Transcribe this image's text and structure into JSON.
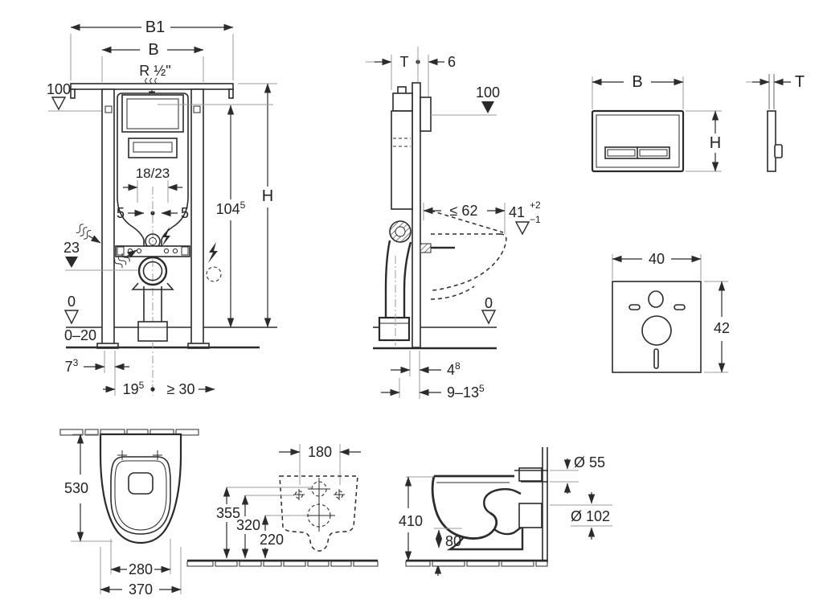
{
  "colors": {
    "line": "#2b2b2b",
    "leader": "#9b9b9b",
    "background": "#ffffff"
  },
  "front_view": {
    "frame_width_outer": "B1",
    "frame_width": "B",
    "water_supply": "R ½\"",
    "top_level": "100",
    "flush_pipe_spacing": "18/23",
    "offset_left": "5",
    "offset_right": "5",
    "outlet_level": "23",
    "height_label": "H",
    "height_value": {
      "v": "104",
      "sup": "5"
    },
    "floor_zero": "0",
    "floor_range": "0–20",
    "front_gap": {
      "v": "7",
      "sup": "3"
    },
    "outlet_depth": {
      "v": "19",
      "sup": "5"
    },
    "min_clearance": "≥ 30"
  },
  "side_view": {
    "rail_depth": "T",
    "bracket_depth": "6",
    "top_level": "100",
    "bowl_depth_max": "≤ 62",
    "seat_level": {
      "v": "41",
      "plus": "+2",
      "minus": "−1"
    },
    "floor_zero": "0",
    "front_gap": {
      "v": "4",
      "sup": "8"
    },
    "wall_range": {
      "v": "9–13",
      "sup": "5"
    }
  },
  "flush_plate": {
    "width": "B",
    "height": "H",
    "thickness": "T"
  },
  "sound_pad": {
    "width": "40",
    "height": "42"
  },
  "bowl_top": {
    "length": "530",
    "seat_width": "280",
    "width": "370"
  },
  "mount_plan": {
    "hole_spacing": "180",
    "level_1": "355",
    "level_2": "320",
    "level_3": "220"
  },
  "bowl_side": {
    "height": "410",
    "trap_offset": "80",
    "flush_pipe_dia": "Ø 55",
    "outlet_dia": "Ø 102"
  }
}
